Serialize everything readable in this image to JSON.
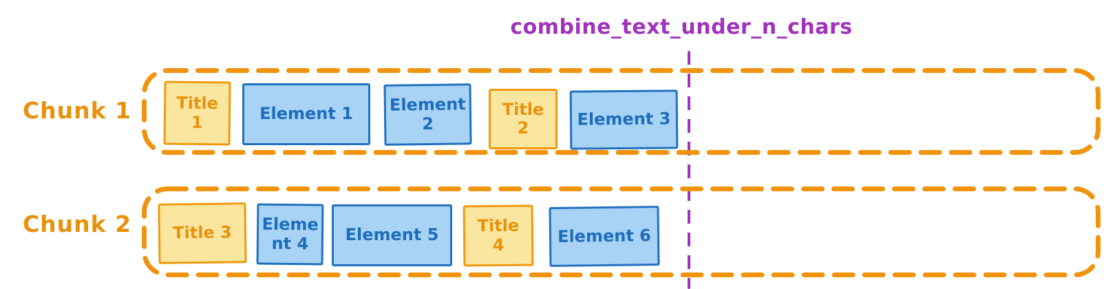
{
  "header": {
    "title": "combine_text_under_n_chars"
  },
  "colors": {
    "orange": "#E8920C",
    "orange_dash": "#F0940F",
    "yellow_fill": "#FBE6A0",
    "blue_fill": "#A8D3F4",
    "blue_border": "#2171C0",
    "blue_text": "#1E6DBC",
    "purple": "#A032BC"
  },
  "chunks": [
    {
      "label": "Chunk 1",
      "items": [
        {
          "type": "title",
          "lines": [
            "Title",
            "1"
          ]
        },
        {
          "type": "element",
          "lines": [
            "Element 1"
          ]
        },
        {
          "type": "element",
          "lines": [
            "Element",
            "2"
          ]
        },
        {
          "type": "title",
          "lines": [
            "Title",
            "2"
          ]
        },
        {
          "type": "element",
          "lines": [
            "Element 3"
          ]
        }
      ]
    },
    {
      "label": "Chunk 2",
      "items": [
        {
          "type": "title",
          "lines": [
            "Title 3"
          ]
        },
        {
          "type": "element",
          "lines": [
            "Eleme",
            "nt 4"
          ]
        },
        {
          "type": "element",
          "lines": [
            "Element 5"
          ]
        },
        {
          "type": "title",
          "lines": [
            "Title",
            "4"
          ]
        },
        {
          "type": "element",
          "lines": [
            "Element 6"
          ]
        }
      ]
    }
  ]
}
